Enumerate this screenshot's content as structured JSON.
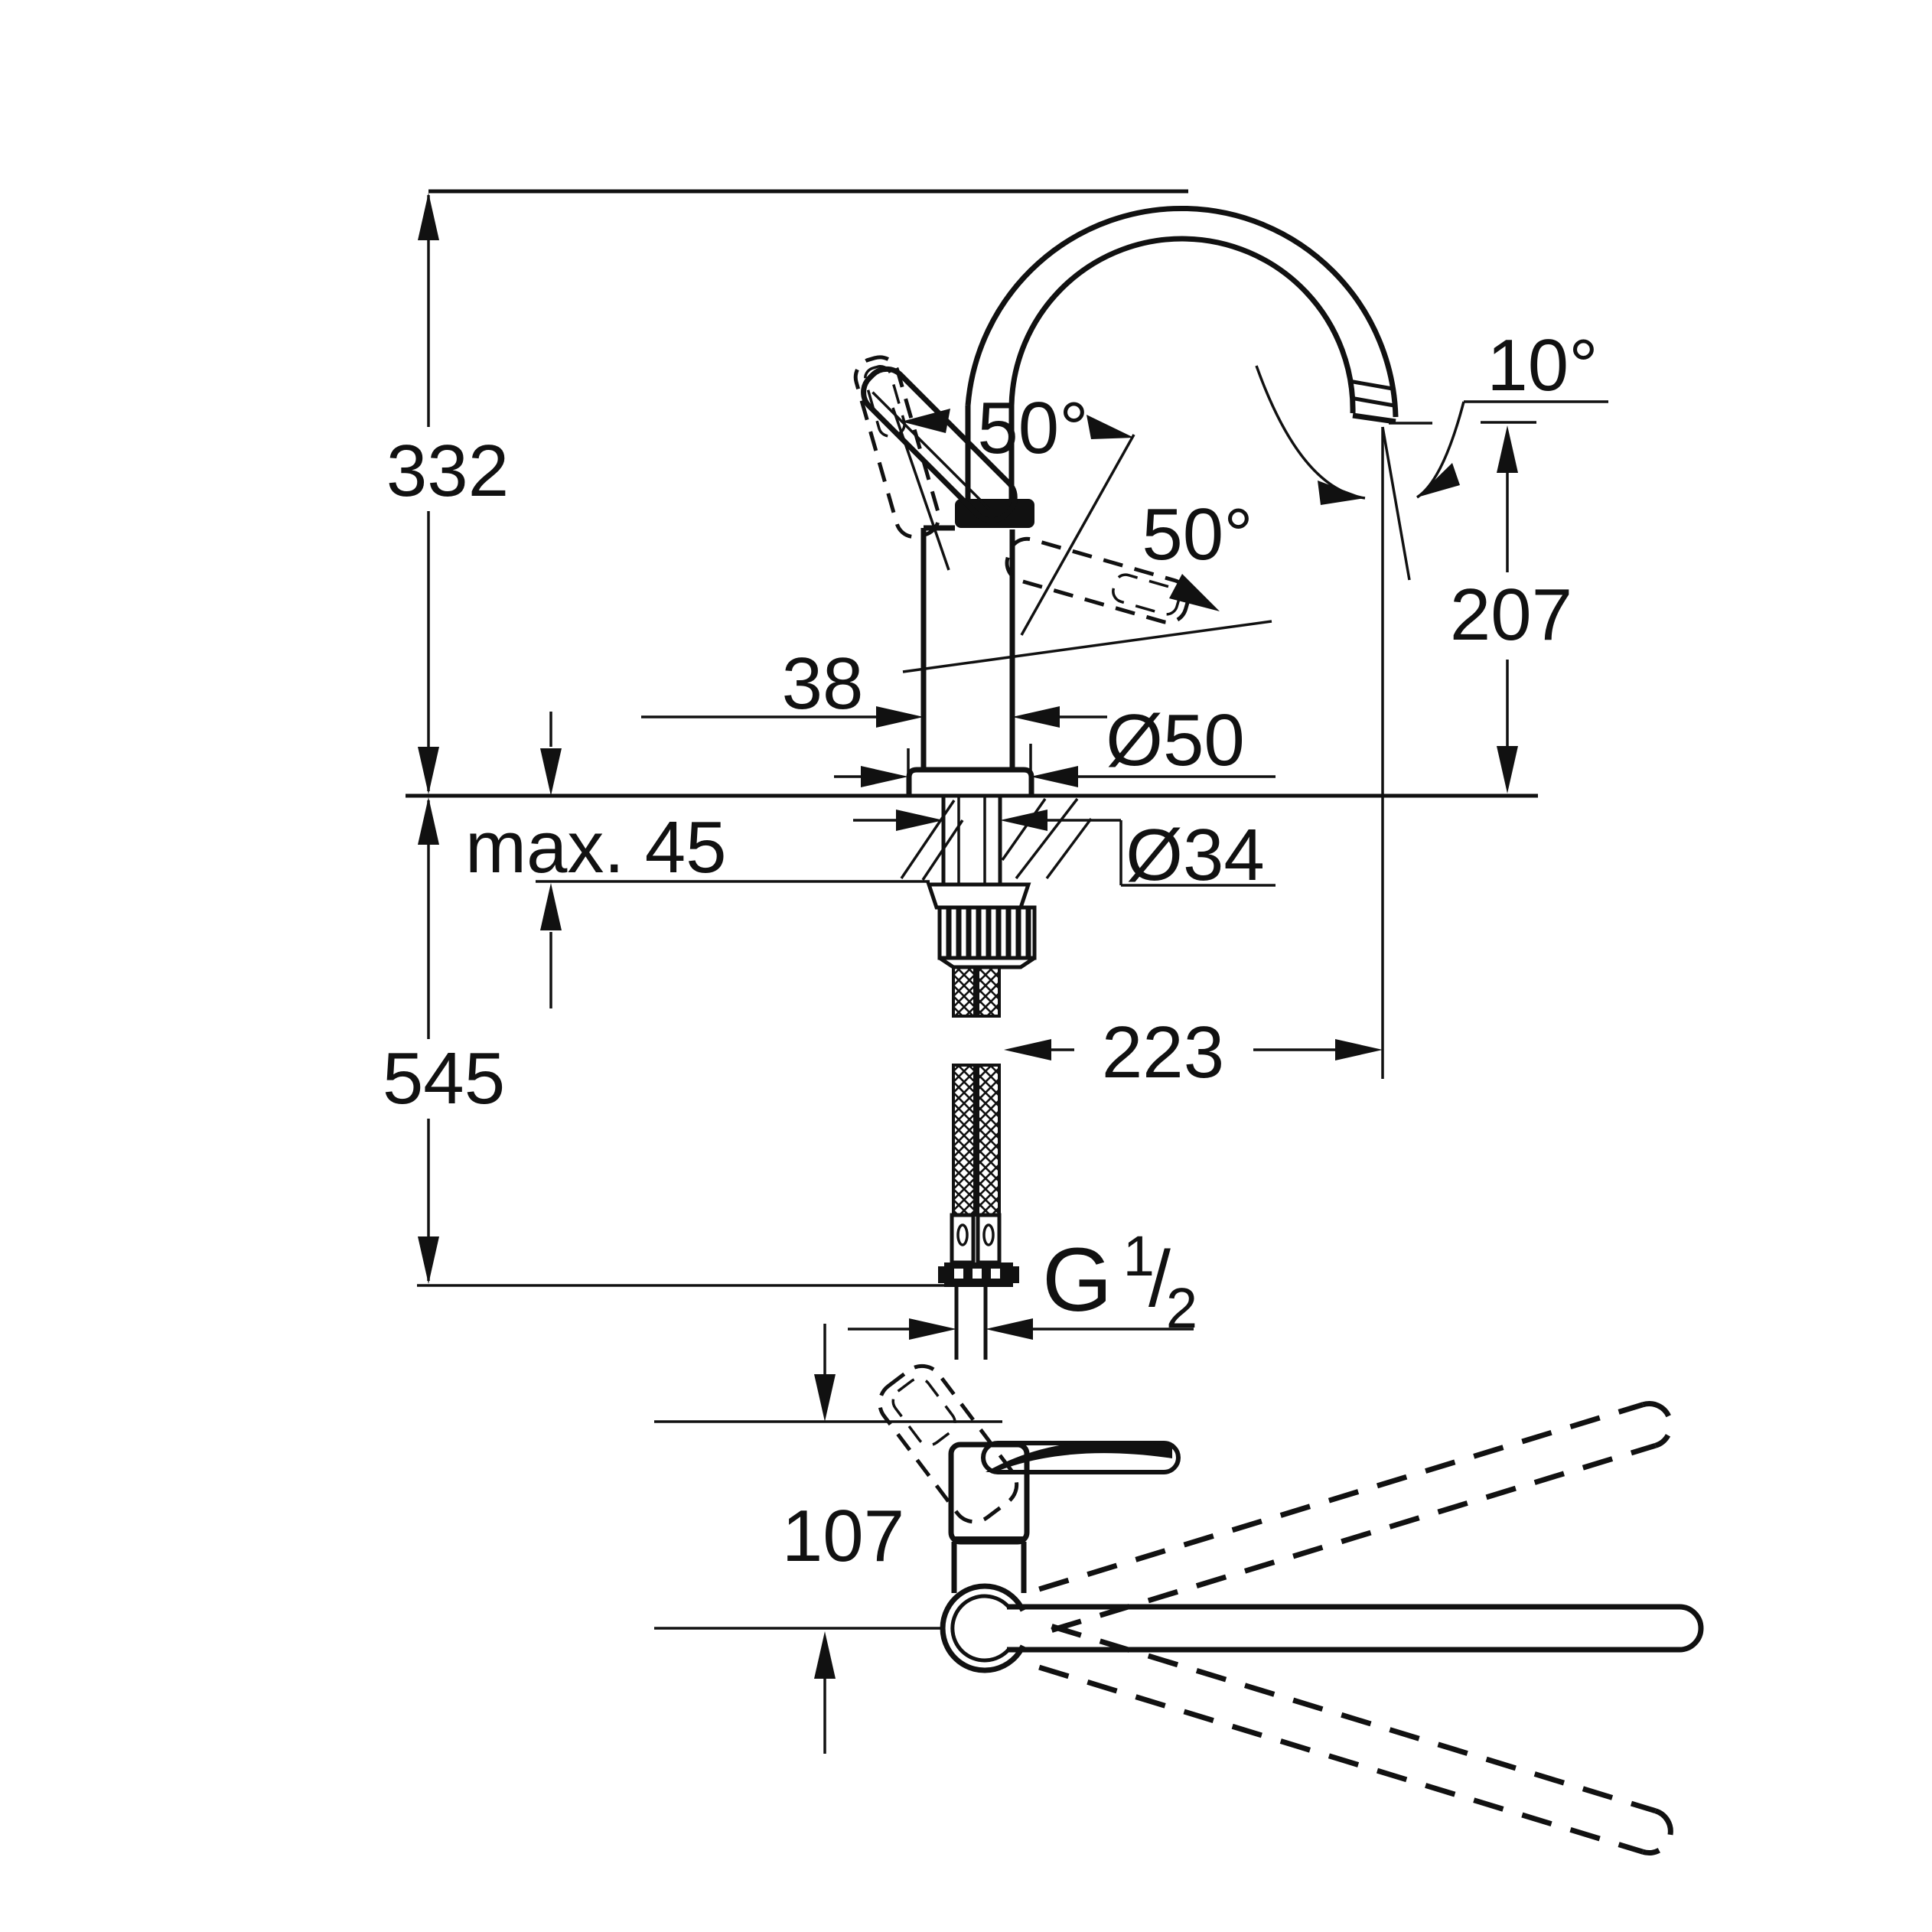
{
  "colors": {
    "background": "#ffffff",
    "ink": "#111111"
  },
  "front_view": {
    "labels": {
      "height_above_counter": "332",
      "length_below_counter": "545",
      "max_counter_thickness": "max. 45",
      "body_width": "38",
      "base_diameter": "Ø50",
      "shank_diameter": "Ø34",
      "outlet_height": "207",
      "spout_reach": "223",
      "outlet_angle": "10°",
      "handle_lift_angle": "50°",
      "handle_swing_angle": "50°"
    },
    "thread_label": {
      "letter": "G",
      "numerator": "1",
      "slash": "/",
      "denominator": "2"
    }
  },
  "top_view": {
    "labels": {
      "handle_projection": "107"
    }
  }
}
